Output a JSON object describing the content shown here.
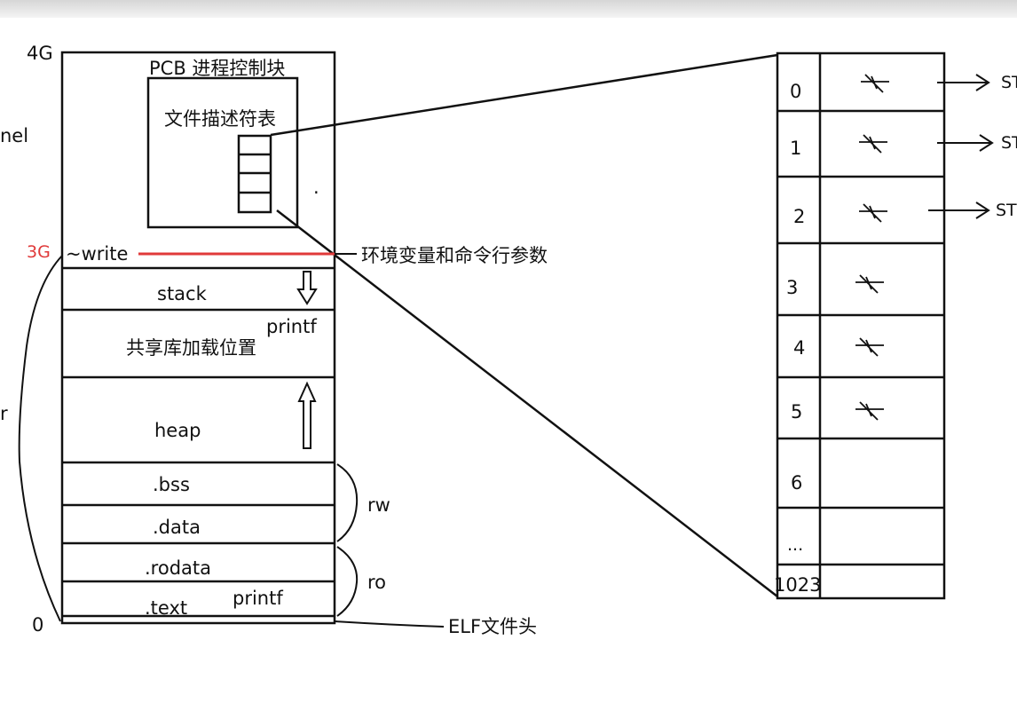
{
  "memory": {
    "top_label": "4G",
    "bottom_label": "0",
    "kernel_label_partial": "nel",
    "user_label_partial": "r",
    "pcb_title": "PCB 进程控制块",
    "fd_table_title": "文件描述符表",
    "dot": "·",
    "split_label": "3G",
    "write_label": "~write",
    "env_label": "环境变量和命令行参数",
    "segments": {
      "stack": "stack",
      "shared_lib": "共享库加载位置",
      "printf_upper": "printf",
      "heap": "heap",
      "bss": ".bss",
      "data": ".data",
      "rodata": ".rodata",
      "text": ".text",
      "printf_lower": "printf"
    },
    "rw_label": "rw",
    "ro_label": "ro",
    "elf_label": "ELF文件头"
  },
  "fd_table": {
    "rows": [
      {
        "index": "0",
        "ptr": "STDIN"
      },
      {
        "index": "1",
        "ptr": "STDOUT"
      },
      {
        "index": "2",
        "ptr": "STDERR"
      },
      {
        "index": "3",
        "ptr": ""
      },
      {
        "index": "4",
        "ptr": ""
      },
      {
        "index": "5",
        "ptr": ""
      },
      {
        "index": "6",
        "ptr": ""
      },
      {
        "index": "...",
        "ptr": ""
      },
      {
        "index": "1023",
        "ptr": ""
      }
    ],
    "arrow_label_partial": "ST"
  },
  "colors": {
    "line": "#111111",
    "red": "#e03a3a"
  }
}
